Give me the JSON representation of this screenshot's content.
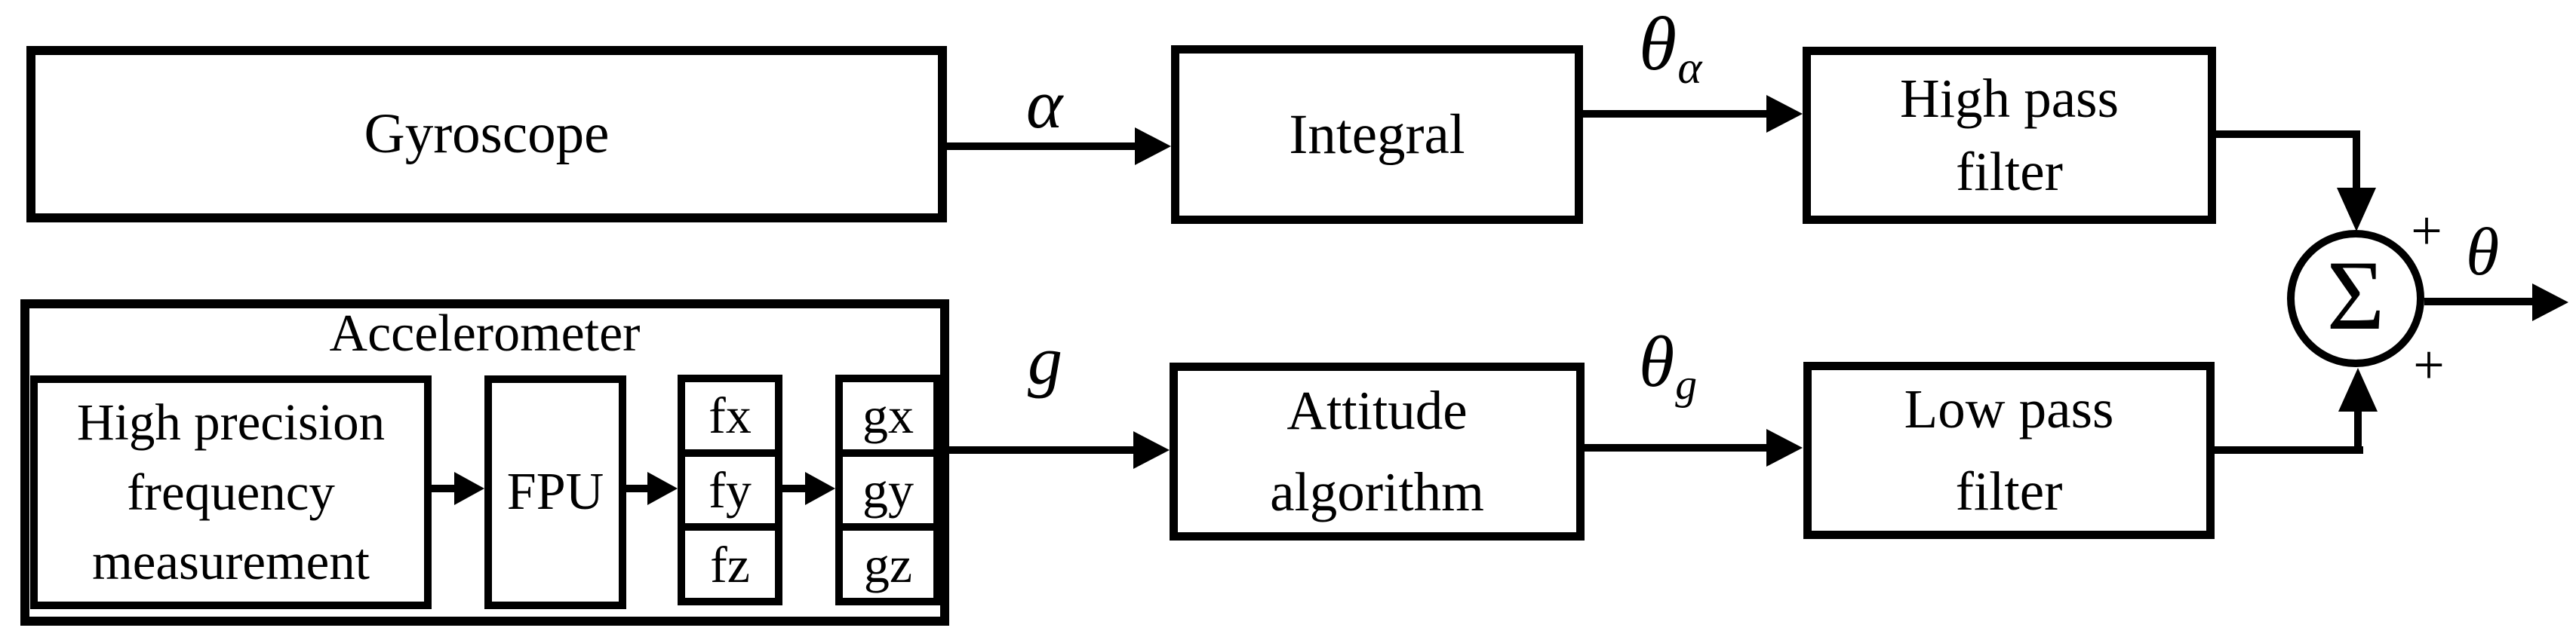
{
  "diagram": {
    "description": "Attitude estimation sensor-fusion block diagram"
  },
  "blocks": {
    "gyroscope": "Gyroscope",
    "integral": "Integral",
    "high_pass_filter": [
      "High pass",
      "filter"
    ],
    "accelerometer_title": "Accelerometer",
    "high_precision": [
      "High precision",
      "frequency",
      "measurement"
    ],
    "fpu": "FPU",
    "f_registers": [
      "fx",
      "fy",
      "fz"
    ],
    "g_registers": [
      "gx",
      "gy",
      "gz"
    ],
    "attitude_algorithm": [
      "Attitude",
      "algorithm"
    ],
    "low_pass_filter": [
      "Low pass",
      "filter"
    ]
  },
  "signals": {
    "alpha": "α",
    "theta_alpha": {
      "base": "θ",
      "sub": "α"
    },
    "g": "g",
    "theta_g": {
      "base": "θ",
      "sub": "g"
    },
    "theta_output": "θ",
    "sigma": "Σ",
    "plus_top": "+",
    "plus_bottom": "+"
  },
  "colors": {
    "stroke": "#000000",
    "background": "#ffffff",
    "text": "#000000"
  }
}
